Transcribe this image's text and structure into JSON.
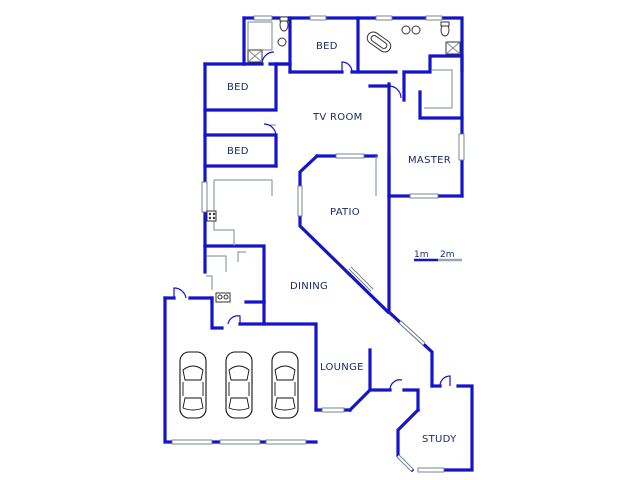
{
  "rooms": {
    "bed_top": "BED",
    "bed_left_upper": "BED",
    "bed_left_lower": "BED",
    "tv_room": "TV ROOM",
    "master": "MASTER",
    "patio": "PATIO",
    "dining": "DINING",
    "lounge": "LOUNGE",
    "study": "STUDY"
  },
  "scale": {
    "label_1": "1m",
    "label_2": "2m"
  },
  "colors": {
    "walls": "#1414c8",
    "text": "#1a2a66",
    "fixtures": "#7a8a96"
  },
  "icons": [
    "car-icon",
    "bathtub-icon",
    "toilet-icon",
    "basin-icon",
    "shower-icon",
    "stove-icon",
    "door-swing-icon"
  ]
}
